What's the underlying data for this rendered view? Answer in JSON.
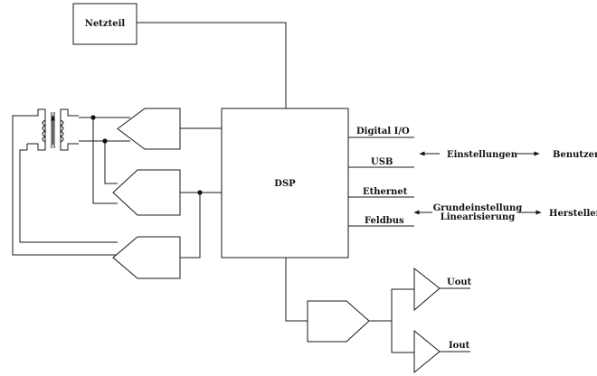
{
  "blocks": {
    "netzteil": "Netzteil",
    "dsp": "DSP"
  },
  "interfaces": {
    "digital_io": "Digital I/O",
    "usb": "USB",
    "ethernet": "Ethernet",
    "feldbus": "Feldbus"
  },
  "functions": {
    "einstellungen": "Einstellungen",
    "benutzer": "Benutzer",
    "grundeinstellung": "Grundeinstellung",
    "linearisierung": "Linearisierung",
    "hersteller": "Hersteller"
  },
  "outputs": {
    "uout": "Uout",
    "iout": "Iout"
  }
}
